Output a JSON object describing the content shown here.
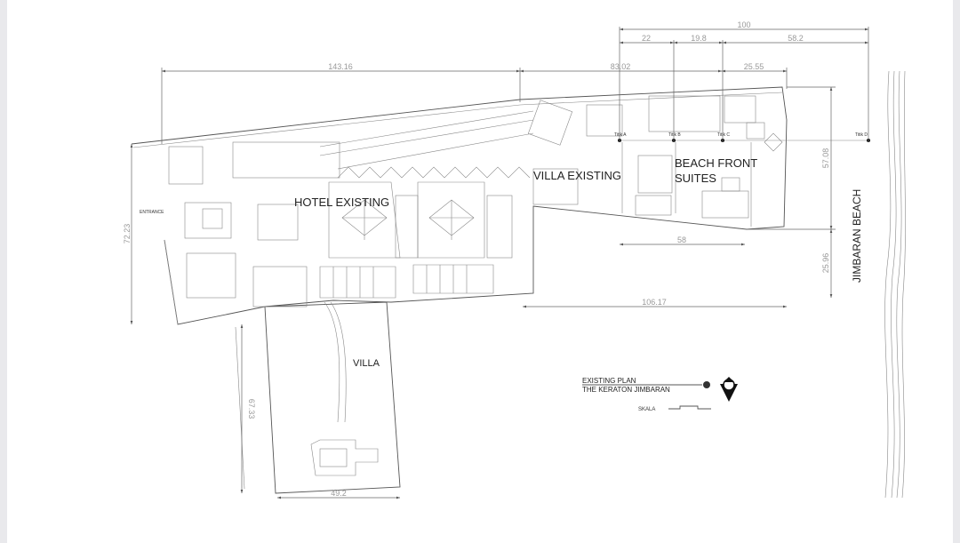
{
  "drawing": {
    "zones": {
      "hotel": "HOTEL EXISTING",
      "villa_existing": "VILLA EXISTING",
      "beach_front_1": "BEACH FRONT",
      "beach_front_2": "SUITES",
      "villa": "VILLA",
      "entrance": "ENTRANCE",
      "beach": "JIMBARAN BEACH"
    },
    "dimensions": {
      "top_left": "143.16",
      "top_mid": "83.02",
      "top_right": "25.55",
      "overall": "100",
      "seg_a": "22",
      "seg_b": "19.8",
      "seg_c": "58.2",
      "left_height": "72.23",
      "right_upper": "57.08",
      "right_lower": "25.96",
      "suites_width": "58",
      "bottom_east": "106.17",
      "villa_height": "67.33",
      "villa_width": "49.2"
    },
    "points": {
      "a": "Titik A",
      "b": "Titik B",
      "c": "Titik C",
      "d": "Titik D"
    },
    "title_block": {
      "line1": "EXISTING PLAN",
      "line2": "THE KERATON JIMBARAN",
      "scale_label": "SKALA"
    }
  }
}
